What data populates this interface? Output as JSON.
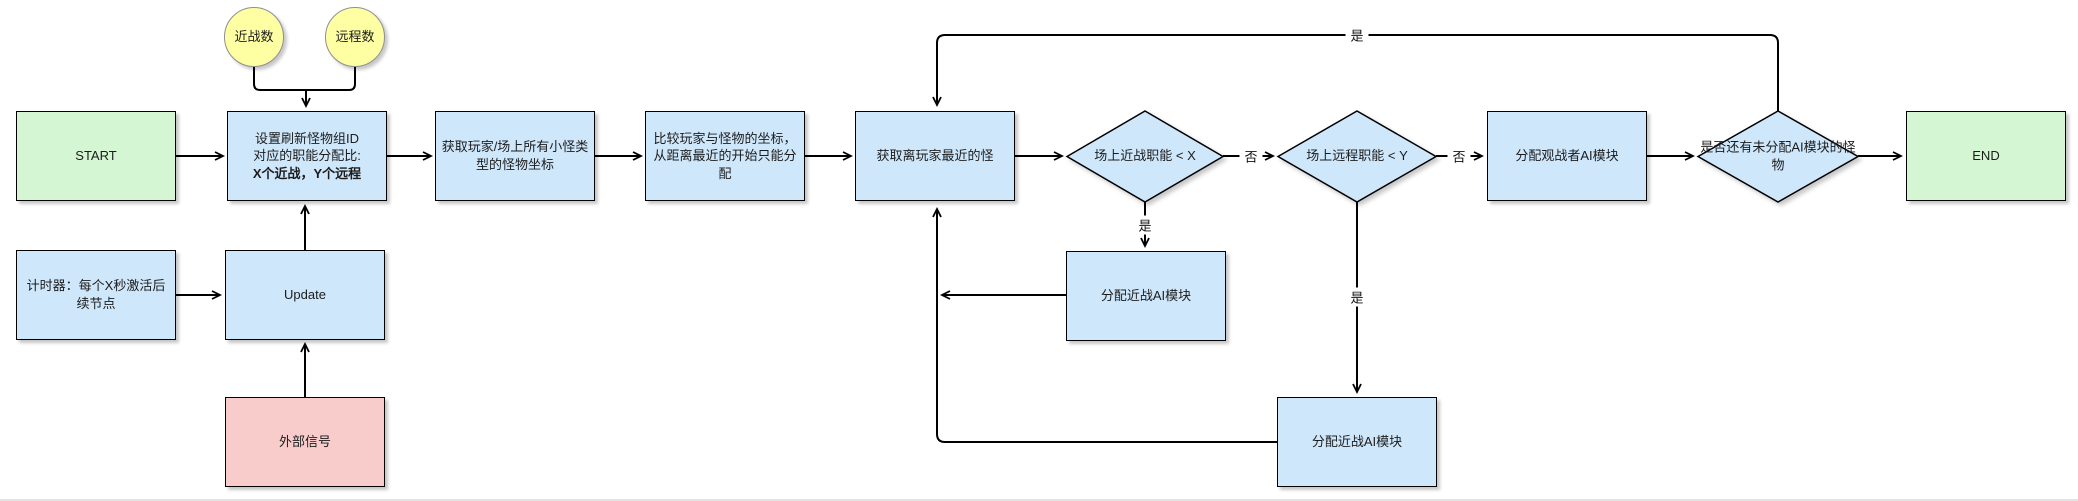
{
  "diagram": {
    "type": "flowchart",
    "colors": {
      "process_fill": "#cfe7fb",
      "terminal_fill": "#d5f6d2",
      "signal_fill": "#f9cccc",
      "data_fill": "#feffa3",
      "stroke": "#000000",
      "circle_stroke": "#8f8f8f"
    }
  },
  "nodes": {
    "start": {
      "label": "START"
    },
    "melee_count": {
      "label": "近战数"
    },
    "ranged_count": {
      "label": "远程数"
    },
    "setup": {
      "line1": "设置刷新怪物组ID",
      "line2": "对应的职能分配比:",
      "line3": "X个近战，Y个远程"
    },
    "get_coords": {
      "label": "获取玩家/场上所有小怪类型的怪物坐标"
    },
    "compare": {
      "label": "比较玩家与怪物的坐标，从距离最近的开始只能分配"
    },
    "get_nearest": {
      "label": "获取离玩家最近的怪"
    },
    "timer": {
      "label": "计时器：每个X秒激活后续节点"
    },
    "update": {
      "label": "Update"
    },
    "external_signal": {
      "label": "外部信号"
    },
    "decision_melee": {
      "label": "场上近战职能 < X"
    },
    "decision_ranged": {
      "label": "场上远程职能 < Y"
    },
    "assign_melee_1": {
      "label": "分配近战AI模块"
    },
    "assign_melee_2": {
      "label": "分配近战AI模块"
    },
    "assign_observer": {
      "label": "分配观战者AI模块"
    },
    "decision_remaining": {
      "label": "是否还有未分配AI模块的怪物"
    },
    "end": {
      "label": "END"
    }
  },
  "edge_labels": {
    "melee_no": "否",
    "melee_yes": "是",
    "ranged_no": "否",
    "ranged_yes": "是",
    "remaining_yes": "是"
  }
}
